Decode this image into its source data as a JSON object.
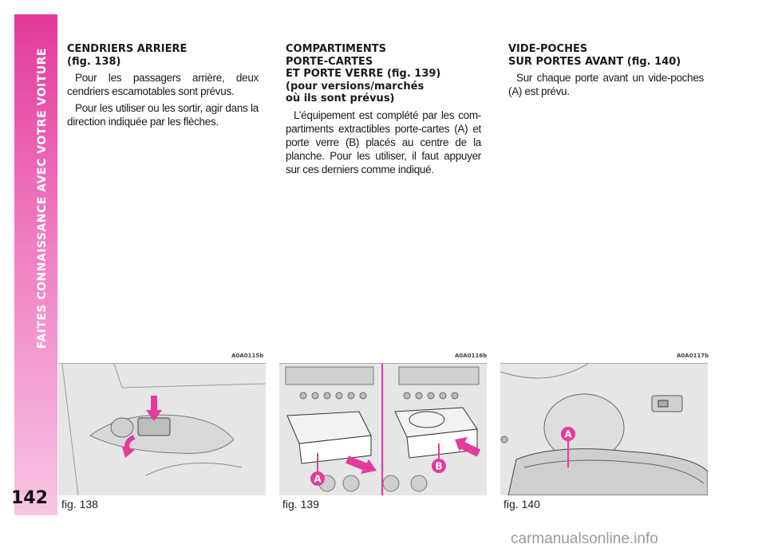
{
  "sidebar": {
    "title": "FAITES CONNAISSANCE AVEC VOTRE VOITURE"
  },
  "page_number": "142",
  "sections": [
    {
      "title_lines": [
        "CENDRIERS ARRIERE"
      ],
      "title_fig": "(fig. 138)",
      "paragraphs": [
        "Pour les passagers arrière, deux cendriers escamotables sont prévus.",
        "Pour les utiliser ou les sortir, agir dans la direction indiquée par les flèches."
      ]
    },
    {
      "title_lines": [
        "COMPARTIMENTS",
        "PORTE-CARTES",
        "ET PORTE VERRE"
      ],
      "title_fig": "(fig. 139)",
      "title_sub": [
        "(pour versions/marchés",
        "où ils sont prévus)"
      ],
      "paragraphs": [
        "L’équipement est complété par les com-partiments extractibles porte-cartes (A) et porte verre (B) placés au centre de la planche. Pour les utiliser, il faut appuyer sur ces derniers comme indiqué."
      ]
    },
    {
      "title_lines": [
        "VIDE-POCHES",
        "SUR PORTES AVANT"
      ],
      "title_fig": "(fig. 140)",
      "paragraphs": [
        "Sur chaque porte avant un vide-poches (A) est prévu."
      ]
    }
  ],
  "figures": [
    {
      "code": "A0A0115b",
      "caption": "fig. 138"
    },
    {
      "code": "A0A0116b",
      "caption": "fig. 139",
      "labels": [
        "A",
        "B"
      ]
    },
    {
      "code": "A0A0117b",
      "caption": "fig. 140",
      "labels": [
        "A"
      ]
    }
  ],
  "colors": {
    "accent": "#e33a9c",
    "marker": "#e33a9c"
  },
  "watermark": "carmanualsonline.info"
}
